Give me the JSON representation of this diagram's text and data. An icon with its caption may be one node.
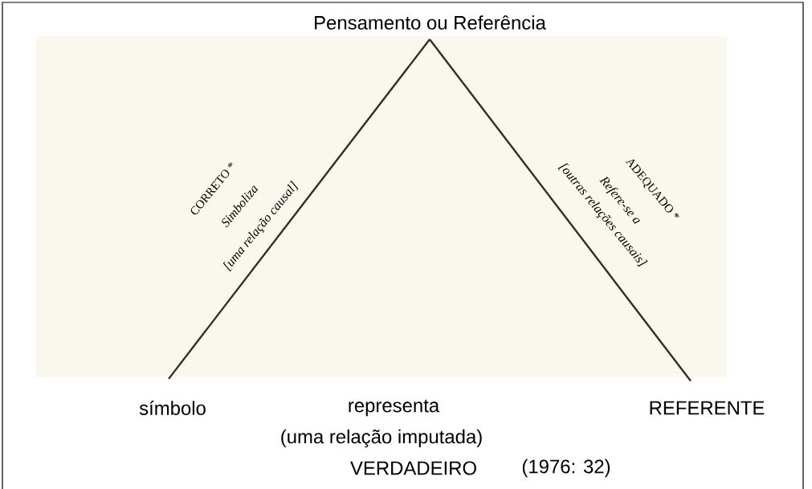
{
  "diagram": {
    "nodes": [
      {
        "text": [
          "Pensamento ou Referência"
        ]
      },
      {
        "text": [
          "símbolo"
        ]
      },
      {
        "text": [
          "REFERENTE"
        ]
      }
    ],
    "edges": [
      {
        "from": 1,
        "to": 0,
        "arrow": "none"
      },
      {
        "from": 0,
        "to": 2,
        "arrow": "none"
      }
    ],
    "labels": [
      "CORRETO *",
      "Simboliza",
      "[uma relação causal]",
      "ADEQUADO *",
      "Refere-se a",
      "[outras relações causais]",
      "representa",
      "(uma relação imputada)",
      "VERDADEIRO",
      "(1976: 32)"
    ]
  }
}
